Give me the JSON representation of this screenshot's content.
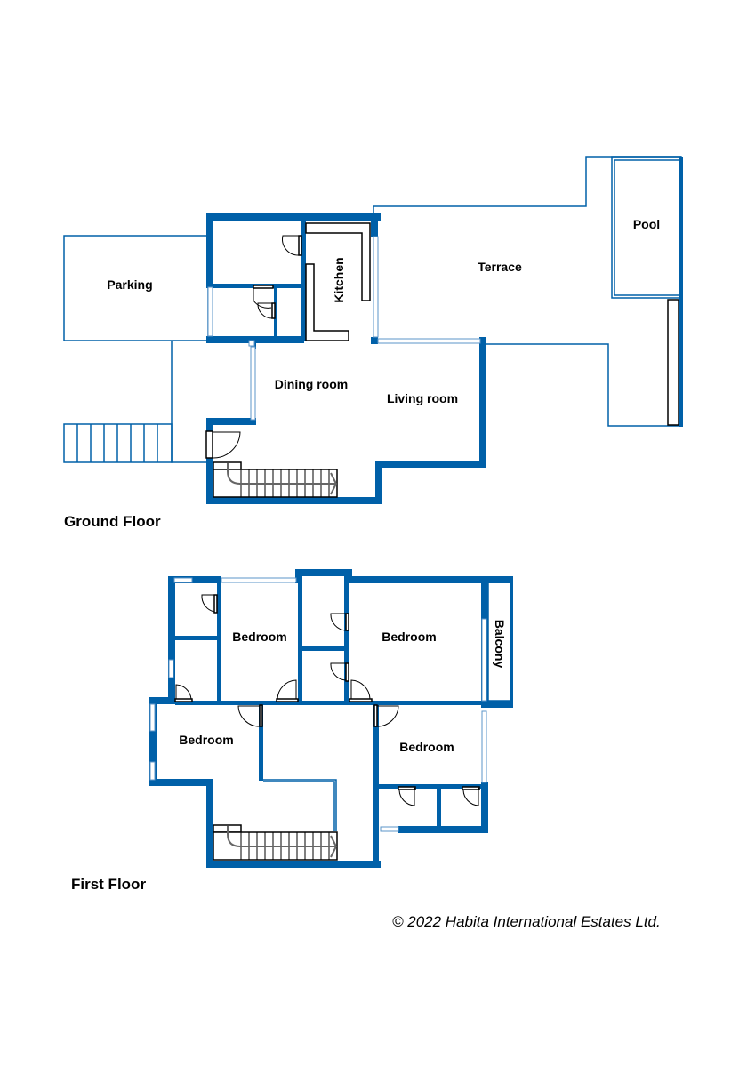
{
  "ground_floor": {
    "title": "Ground Floor",
    "rooms": {
      "parking": "Parking",
      "kitchen": "Kitchen",
      "terrace": "Terrace",
      "pool": "Pool",
      "dining_room": "Dining room",
      "living_room": "Living room"
    }
  },
  "first_floor": {
    "title": "First Floor",
    "rooms": {
      "bedroom_1": "Bedroom",
      "bedroom_2": "Bedroom",
      "bedroom_3": "Bedroom",
      "bedroom_4": "Bedroom",
      "balcony": "Balcony"
    }
  },
  "colors": {
    "wall": "#0060a8",
    "window": "#5b95c8",
    "fixture": "#000000"
  },
  "copyright": "© 2022 Habita International Estates Ltd."
}
